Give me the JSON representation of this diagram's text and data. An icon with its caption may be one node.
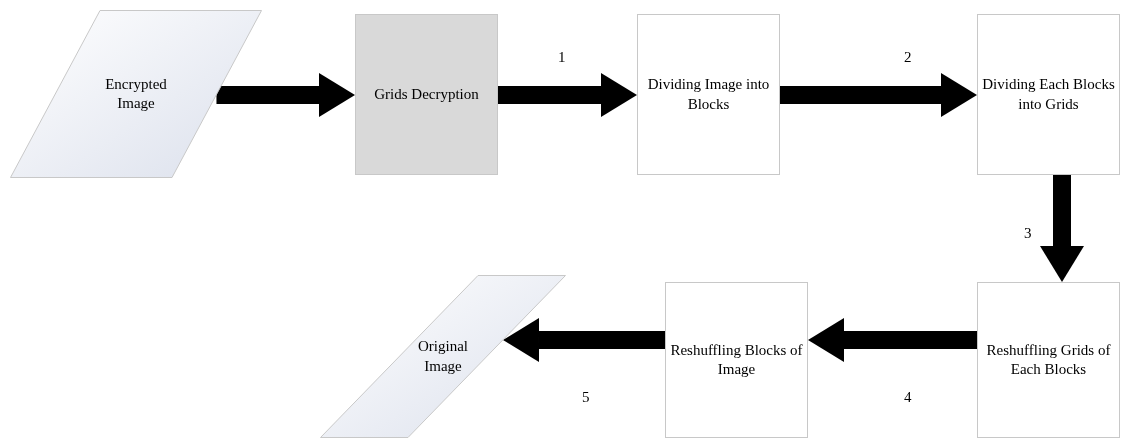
{
  "diagram": {
    "nodes": [
      {
        "text": [
          "Encrypted Image"
        ]
      },
      {
        "text": [
          "Grids Decryption"
        ]
      },
      {
        "text": [
          "Dividing Image into Blocks"
        ]
      },
      {
        "text": [
          "Dividing Each Blocks into Grids"
        ]
      },
      {
        "text": [
          "Reshuffling Grids of Each Blocks"
        ]
      },
      {
        "text": [
          "Reshuffling Blocks of Image"
        ]
      },
      {
        "text": [
          "Original Image"
        ]
      }
    ],
    "edges": [
      {
        "from": 0,
        "to": 1,
        "arrow": "to"
      },
      {
        "from": 1,
        "to": 2,
        "arrow": "to",
        "label": "1"
      },
      {
        "from": 2,
        "to": 3,
        "arrow": "to",
        "label": "2"
      },
      {
        "from": 3,
        "to": 4,
        "arrow": "to",
        "label": "3"
      },
      {
        "from": 4,
        "to": 5,
        "arrow": "to",
        "label": "4"
      },
      {
        "from": 5,
        "to": 6,
        "arrow": "to",
        "label": "5"
      }
    ]
  }
}
